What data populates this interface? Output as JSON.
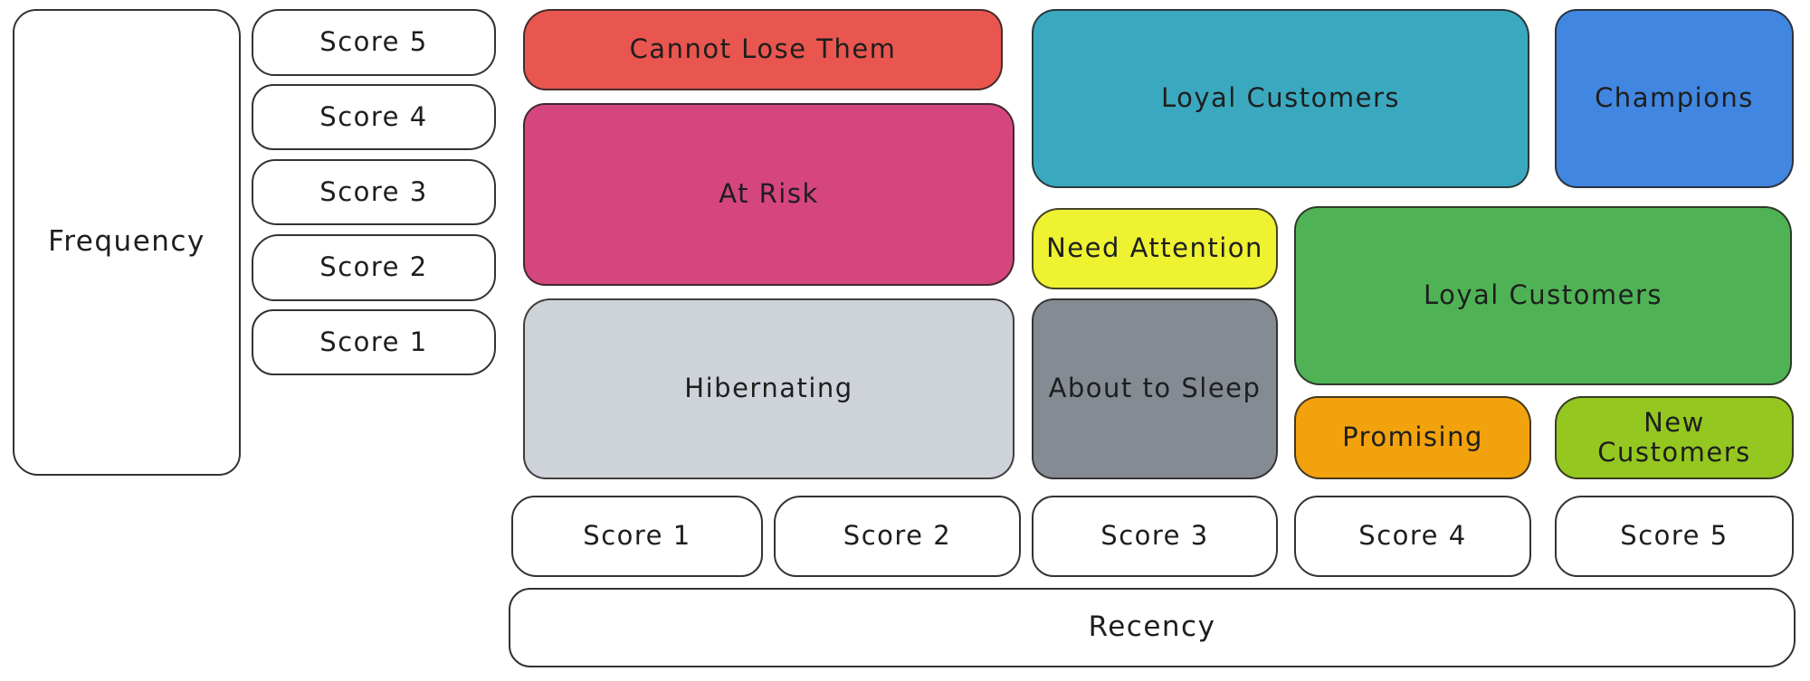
{
  "diagram": {
    "y_axis": {
      "label": "Frequency",
      "scores": [
        "Score 5",
        "Score 4",
        "Score 3",
        "Score 2",
        "Score 1"
      ]
    },
    "x_axis": {
      "label": "Recency",
      "scores": [
        "Score 1",
        "Score 2",
        "Score 3",
        "Score 4",
        "Score 5"
      ]
    },
    "segments": [
      {
        "label": "Cannot Lose Them",
        "color": "#e8564f"
      },
      {
        "label": "Loyal Customers",
        "color": "#3aa9bf"
      },
      {
        "label": "Champions",
        "color": "#4186e0"
      },
      {
        "label": "At Risk",
        "color": "#d6467e"
      },
      {
        "label": "Need Attention",
        "color": "#eef231"
      },
      {
        "label": "Loyal Customers",
        "color": "#4fb356"
      },
      {
        "label": "Hibernating",
        "color": "#ced3da"
      },
      {
        "label": "About to Sleep",
        "color": "#848b93"
      },
      {
        "label": "Promising",
        "color": "#f2a20d"
      },
      {
        "label": "New Customers",
        "color": "#94c71f"
      }
    ]
  }
}
